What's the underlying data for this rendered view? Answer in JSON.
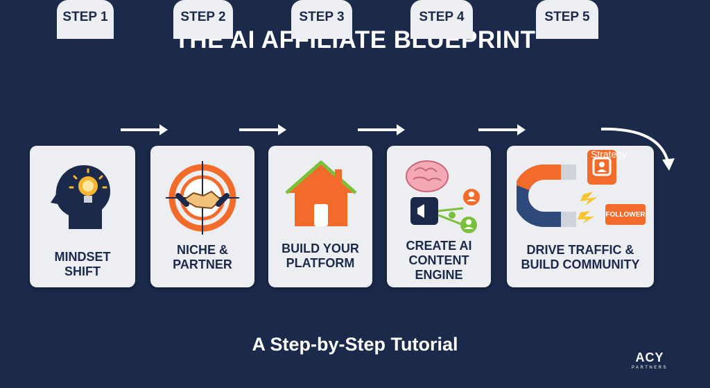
{
  "title": "THE AI AFFILIATE BLUEPRINT",
  "subtitle": "A Step-by-Step Tutorial",
  "steps": [
    {
      "tab": "STEP 1",
      "label": "MINDSET\nSHIFT",
      "icon": "lightbulb-head-icon"
    },
    {
      "tab": "STEP 2",
      "label": "NICHE &\nPARTNER",
      "icon": "handshake-target-icon"
    },
    {
      "tab": "STEP 3",
      "label": "BUILD YOUR\nPLATFORM",
      "icon": "house-icon"
    },
    {
      "tab": "STEP 4",
      "label": "CREATE AI\nCONTENT\nENGINE",
      "icon": "brain-megaphone-icon"
    },
    {
      "tab": "STEP 5",
      "label": "DRIVE TRAFFIC &\nBUILD COMMUNITY",
      "icon": "magnet-icon"
    }
  ],
  "step5_extras": {
    "strategy_label": "Strategy",
    "follower_label": "FOLLOWER"
  },
  "logo": {
    "main": "ACY",
    "sub": "PARTNERS"
  },
  "colors": {
    "background": "#1b2a4a",
    "card": "#eceef1",
    "accent": "#f26b2b",
    "navy": "#1b2a4a"
  }
}
